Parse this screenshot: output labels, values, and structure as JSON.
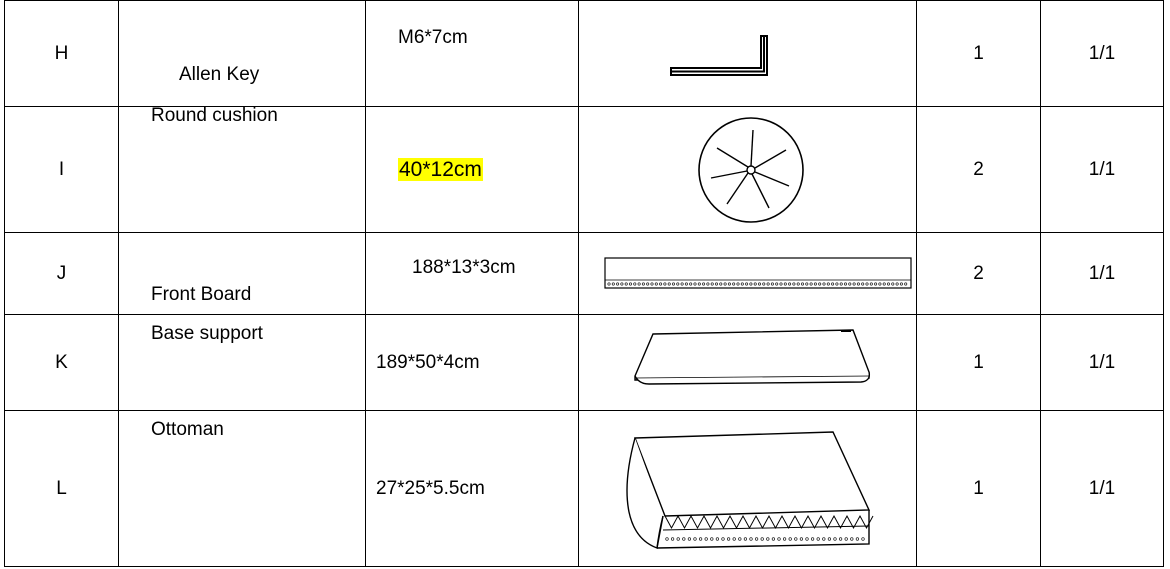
{
  "colors": {
    "highlight": "#ffff00",
    "border": "#000000"
  },
  "rows": [
    {
      "id": "H",
      "name": "Allen Key",
      "size": "M6*7cm",
      "icon": "allen-key-icon",
      "qty": "1",
      "set": "1/1"
    },
    {
      "id": "I",
      "name": "Round cushion",
      "size": "40*12cm",
      "icon": "round-cushion-icon",
      "qty": "2",
      "set": "1/1"
    },
    {
      "id": "J",
      "name": "Front Board",
      "size": "188*13*3cm",
      "icon": "front-board-icon",
      "qty": "2",
      "set": "1/1"
    },
    {
      "id": "K",
      "name": "Base support",
      "size": "189*50*4cm",
      "icon": "base-support-icon",
      "qty": "1",
      "set": "1/1"
    },
    {
      "id": "L",
      "name": "Ottoman",
      "size": "27*25*5.5cm",
      "icon": "ottoman-icon",
      "qty": "1",
      "set": "1/1"
    }
  ]
}
